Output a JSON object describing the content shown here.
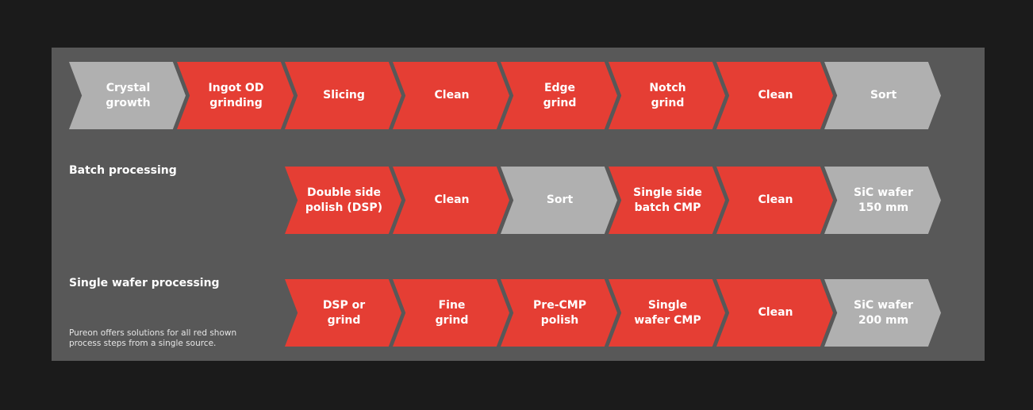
{
  "rows": {
    "main": {
      "steps": [
        {
          "label": "Crystal\ngrowth",
          "color": "grey"
        },
        {
          "label": "Ingot OD\ngrinding",
          "color": "red"
        },
        {
          "label": "Slicing",
          "color": "red"
        },
        {
          "label": "Clean",
          "color": "red"
        },
        {
          "label": "Edge\ngrind",
          "color": "red"
        },
        {
          "label": "Notch\ngrind",
          "color": "red"
        },
        {
          "label": "Clean",
          "color": "red"
        },
        {
          "label": "Sort",
          "color": "grey"
        }
      ]
    },
    "batch": {
      "title": "Batch processing",
      "steps": [
        {
          "label": "Double side\npolish (DSP)",
          "color": "red"
        },
        {
          "label": "Clean",
          "color": "red"
        },
        {
          "label": "Sort",
          "color": "grey"
        },
        {
          "label": "Single side\nbatch CMP",
          "color": "red"
        },
        {
          "label": "Clean",
          "color": "red"
        },
        {
          "label": "SiC wafer\n150 mm",
          "color": "grey"
        }
      ]
    },
    "single": {
      "title": "Single wafer processing",
      "steps": [
        {
          "label": "DSP or\ngrind",
          "color": "red"
        },
        {
          "label": "Fine\ngrind",
          "color": "red"
        },
        {
          "label": "Pre-CMP\npolish",
          "color": "red"
        },
        {
          "label": "Single\nwafer CMP",
          "color": "red"
        },
        {
          "label": "Clean",
          "color": "red"
        },
        {
          "label": "SiC wafer\n200 mm",
          "color": "grey"
        }
      ]
    }
  },
  "note": "Pureon offers solutions for all red shown\nprocess steps from a single source.",
  "colors": {
    "red": "#e53e34",
    "grey": "#b0b0b0",
    "panel": "#585858",
    "background": "#1b1b1b"
  }
}
